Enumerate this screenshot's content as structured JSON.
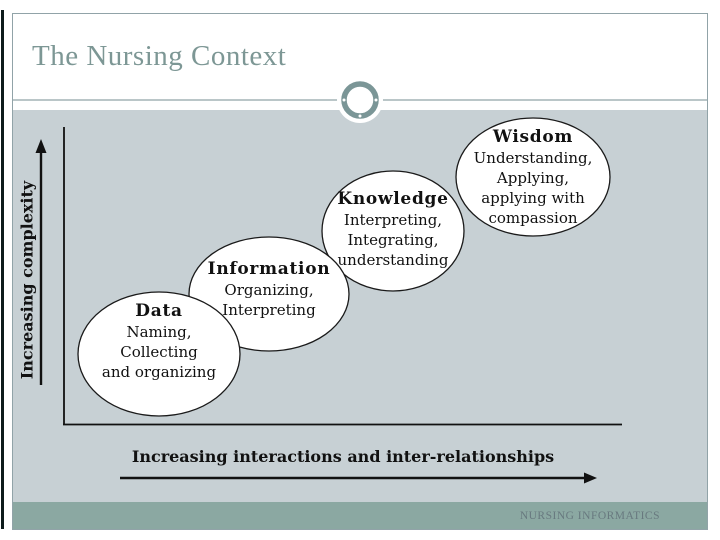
{
  "slide": {
    "title": "The Nursing Context",
    "footer": "NURSING INFORMATICS"
  },
  "diagram": {
    "y_axis_label": "Increasing complexity",
    "x_axis_label": "Increasing interactions and inter-relationships",
    "nodes": [
      {
        "title": "Data",
        "lines": [
          "Naming,",
          "Collecting",
          "and organizing"
        ]
      },
      {
        "title": "Information",
        "lines": [
          "Organizing,",
          "Interpreting"
        ]
      },
      {
        "title": "Knowledge",
        "lines": [
          "Interpreting,",
          "Integrating,",
          "understanding"
        ]
      },
      {
        "title": "Wisdom",
        "lines": [
          "Understanding,",
          "Applying,",
          "applying with",
          "compassion"
        ]
      }
    ]
  },
  "colors": {
    "accent_bar": "#0d1b1b",
    "frame_border": "#91a3a8",
    "content_background": "#c7d0d4",
    "footer_background": "#8ba8a2",
    "title_text": "#7d9795",
    "footer_text": "#68797f",
    "ring_ornament": "#7b9697",
    "diagram_ink": "#111111"
  }
}
